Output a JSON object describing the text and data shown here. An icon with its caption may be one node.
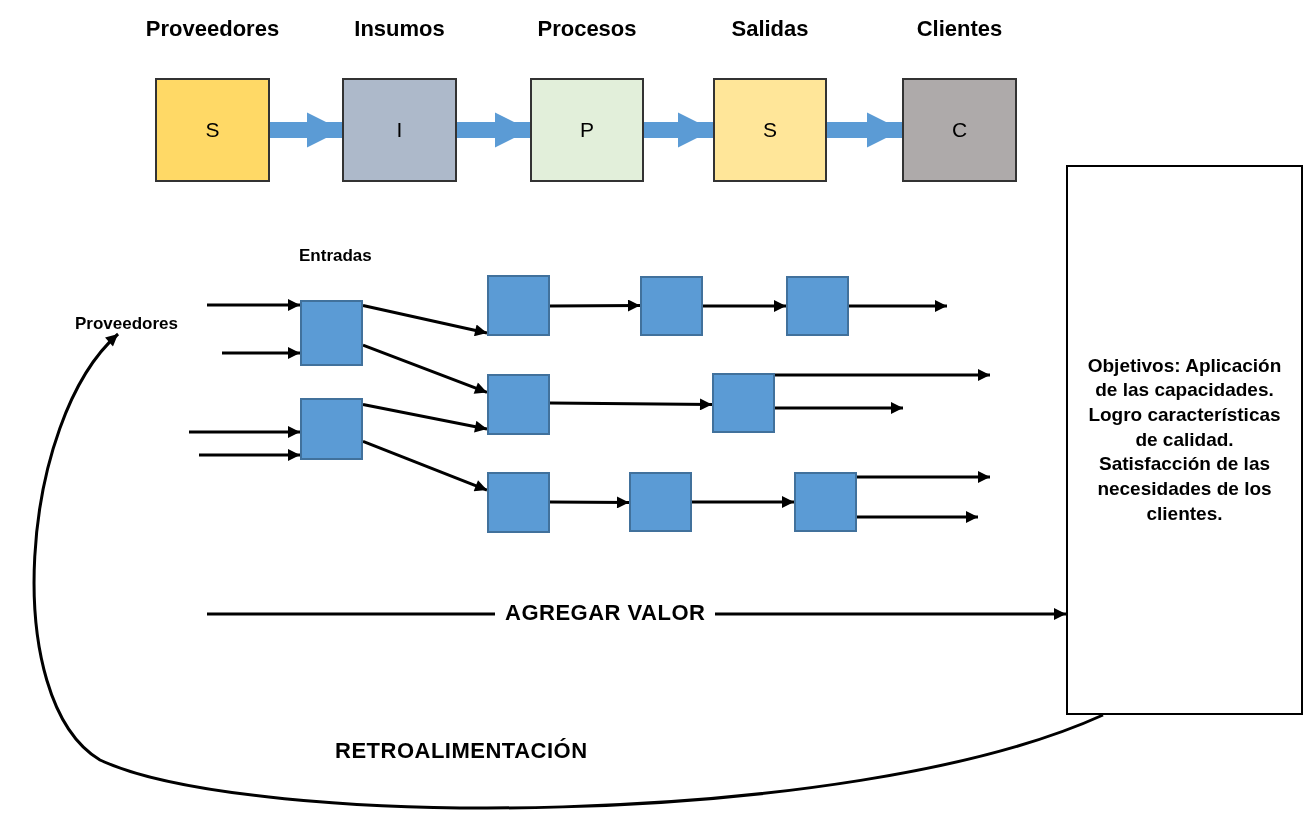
{
  "diagram": {
    "nodes": [
      {
        "text": [
          "Proveedores",
          "S"
        ]
      },
      {
        "text": [
          "Insumos",
          "I"
        ]
      },
      {
        "text": [
          "Procesos",
          "P"
        ]
      },
      {
        "text": [
          "Salidas",
          "S"
        ]
      },
      {
        "text": [
          "Clientes",
          "C"
        ]
      },
      {
        "text": [
          "Proveedores"
        ]
      },
      {
        "text": [],
        "shape": "box"
      },
      {
        "text": [],
        "shape": "box"
      },
      {
        "text": [],
        "shape": "box"
      },
      {
        "text": [],
        "shape": "box"
      },
      {
        "text": [],
        "shape": "box"
      },
      {
        "text": [],
        "shape": "box"
      },
      {
        "text": [],
        "shape": "box"
      },
      {
        "text": [],
        "shape": "box"
      },
      {
        "text": [],
        "shape": "box"
      },
      {
        "text": [],
        "shape": "box"
      },
      {
        "text": [
          "Objetivos: Aplicación de las capacidades. Logro características de calidad. Satisfacción de las necesidades de los clientes."
        ]
      }
    ],
    "edges": [
      {
        "from": 0,
        "to": 1,
        "arrow": "to",
        "style": "thick",
        "color": "#5b9bd5"
      },
      {
        "from": 1,
        "to": 2,
        "arrow": "to",
        "style": "thick",
        "color": "#5b9bd5"
      },
      {
        "from": 2,
        "to": 3,
        "arrow": "to",
        "style": "thick",
        "color": "#5b9bd5"
      },
      {
        "from": 3,
        "to": 4,
        "arrow": "to",
        "style": "thick",
        "color": "#5b9bd5"
      },
      {
        "from": null,
        "to": 6,
        "arrow": "to"
      },
      {
        "from": null,
        "to": 6,
        "arrow": "to"
      },
      {
        "from": null,
        "to": 7,
        "arrow": "to"
      },
      {
        "from": null,
        "to": 7,
        "arrow": "to"
      },
      {
        "from": 6,
        "to": 8,
        "arrow": "to"
      },
      {
        "from": 6,
        "to": 11,
        "arrow": "to"
      },
      {
        "from": 7,
        "to": 11,
        "arrow": "to"
      },
      {
        "from": 7,
        "to": 13,
        "arrow": "to"
      },
      {
        "from": 8,
        "to": 9,
        "arrow": "to"
      },
      {
        "from": 9,
        "to": 10,
        "arrow": "to"
      },
      {
        "from": 10,
        "to": null,
        "arrow": "to"
      },
      {
        "from": 11,
        "to": 12,
        "arrow": "to"
      },
      {
        "from": 12,
        "to": null,
        "arrow": "to"
      },
      {
        "from": 12,
        "to": null,
        "arrow": "to"
      },
      {
        "from": 13,
        "to": 14,
        "arrow": "to"
      },
      {
        "from": 14,
        "to": 15,
        "arrow": "to"
      },
      {
        "from": 15,
        "to": null,
        "arrow": "to"
      },
      {
        "from": 15,
        "to": null,
        "arrow": "to"
      },
      {
        "from": null,
        "to": 16,
        "arrow": "to",
        "label": "AGREGAR VALOR"
      },
      {
        "from": 16,
        "to": 5,
        "arrow": "to",
        "label": "RETROALIMENTACIÓN"
      }
    ],
    "labels": [
      "Entradas"
    ]
  }
}
